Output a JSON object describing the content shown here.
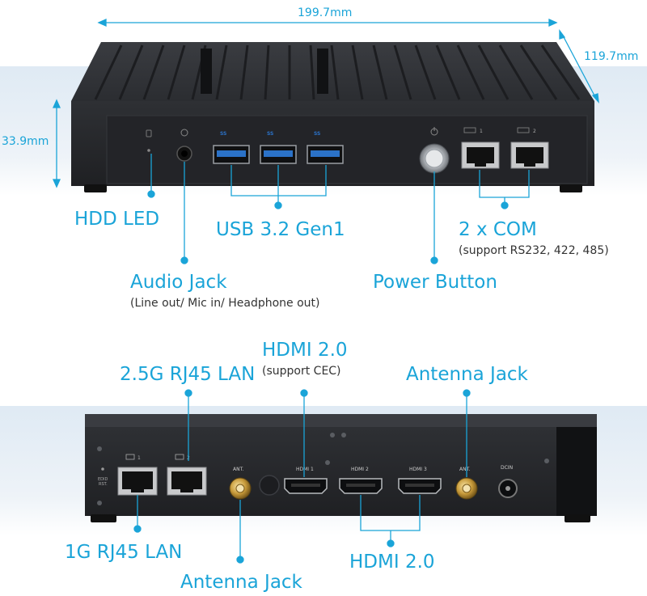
{
  "dimensions": {
    "width": "199.7mm",
    "depth": "119.7mm",
    "height": "33.9mm"
  },
  "front": {
    "usb_badge": "SS",
    "com_badge_1": "1",
    "com_badge_2": "2"
  },
  "rear": {
    "lan_badge_1": "1",
    "lan_badge_2": "2",
    "ant_label": "ANT.",
    "hdmi1": "HDMI 1",
    "hdmi2": "HDMI 2",
    "hdmi3": "HDMI 3",
    "dcin": "DCIN",
    "edid_1": "EDID",
    "edid_2": "RST."
  },
  "labels": {
    "hdd_led": "HDD LED",
    "usb": "USB 3.2 Gen1",
    "com": "2 x COM",
    "com_sub": "(support RS232, 422, 485)",
    "audio": "Audio Jack",
    "audio_sub": "(Line out/ Mic in/ Headphone out)",
    "power": "Power Button",
    "hdmi_top": "HDMI 2.0",
    "hdmi_top_sub": "(support CEC)",
    "lan25": "2.5G RJ45 LAN",
    "antenna_top": "Antenna Jack",
    "lan1g": "1G RJ45 LAN",
    "hdmi_bottom": "HDMI 2.0",
    "antenna_bottom": "Antenna Jack"
  },
  "colors": {
    "accent": "#1aa4d8",
    "chassis": "#2a2c30",
    "chassis_dark": "#1b1c1f",
    "port_blue": "#2b72c8"
  }
}
